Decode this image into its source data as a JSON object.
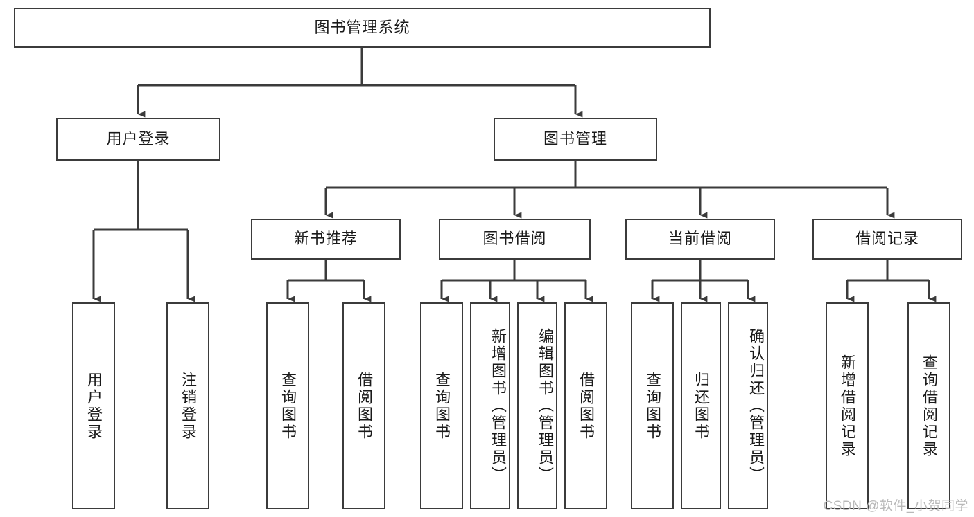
{
  "diagram": {
    "title": "图书管理系统",
    "type": "tree-hierarchy-chart",
    "colors": {
      "box_border": "#3b3b3b",
      "box_fill": "#ffffff",
      "connector": "#3b3b3b",
      "text": "#1a1a1a",
      "watermark": "#b9b9b9",
      "background": "#ffffff"
    },
    "root": {
      "label": "图书管理系统"
    },
    "level1": [
      {
        "label": "用户登录"
      },
      {
        "label": "图书管理"
      }
    ],
    "level2": [
      {
        "label": "新书推荐"
      },
      {
        "label": "图书借阅"
      },
      {
        "label": "当前借阅"
      },
      {
        "label": "借阅记录"
      }
    ],
    "leaves": {
      "user_login": [
        {
          "label": "用户登录"
        },
        {
          "label": "注销登录"
        }
      ],
      "new_book_recommend": [
        {
          "label": "查询图书"
        },
        {
          "label": "借阅图书"
        }
      ],
      "book_borrow": [
        {
          "label": "查询图书"
        },
        {
          "label": "新增图书（管理员）"
        },
        {
          "label": "编辑图书（管理员）"
        },
        {
          "label": "借阅图书"
        }
      ],
      "current_borrow": [
        {
          "label": "查询图书"
        },
        {
          "label": "归还图书"
        },
        {
          "label": "确认归还（管理员）"
        }
      ],
      "borrow_record": [
        {
          "label": "新增借阅记录"
        },
        {
          "label": "查询借阅记录"
        }
      ]
    },
    "watermark": "CSDN @软件_小贺同学"
  }
}
